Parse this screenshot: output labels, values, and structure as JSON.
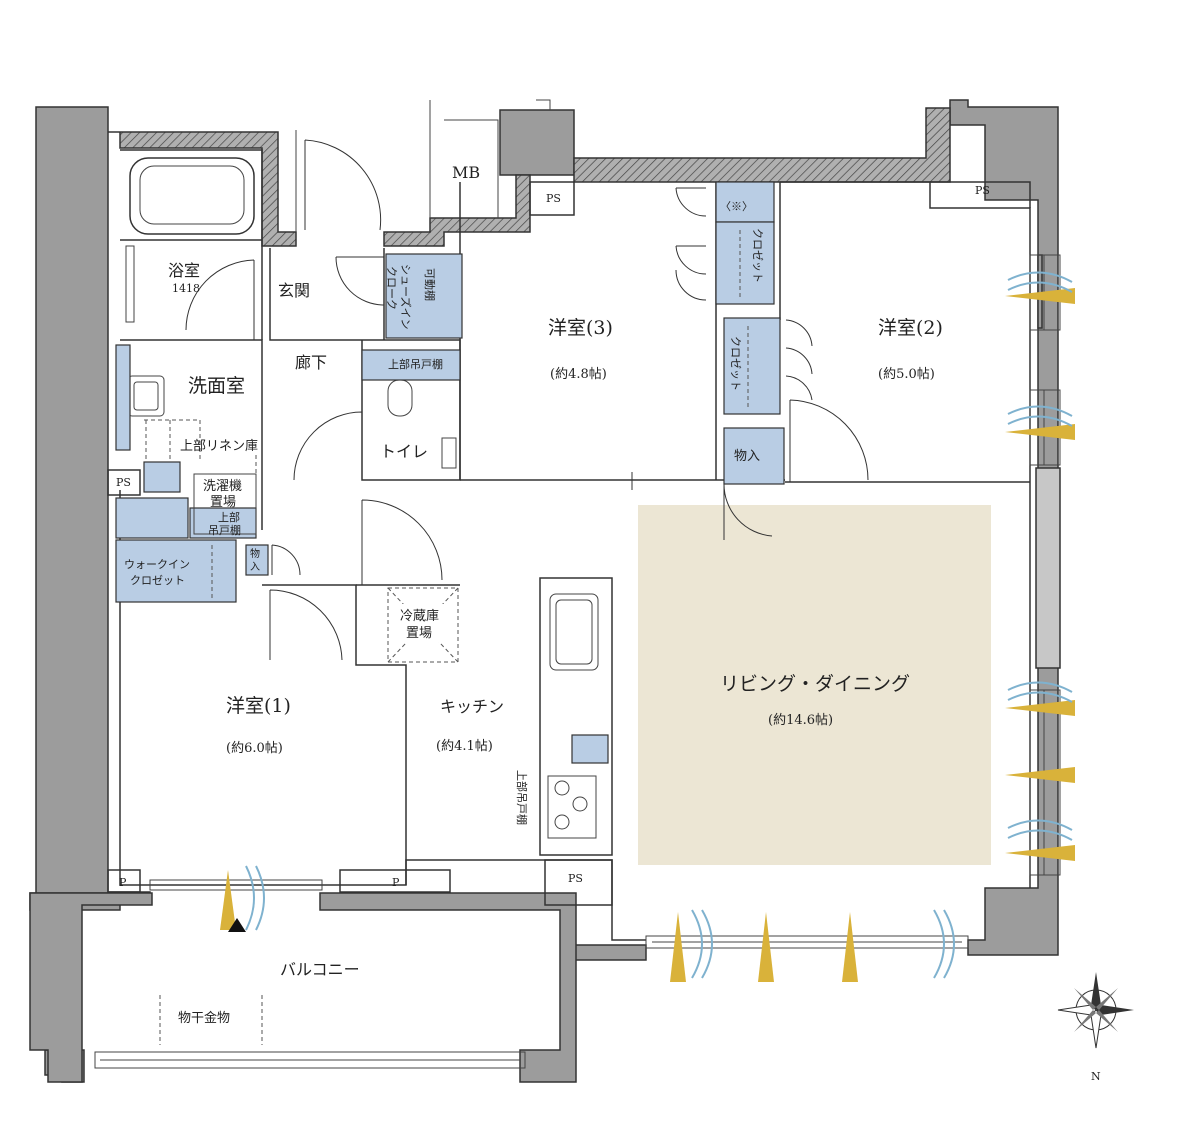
{
  "rooms": {
    "bathroom": {
      "name": "浴室",
      "size": "1418"
    },
    "entrance": "玄関",
    "shoe_closet": "シューズイン\nクローク",
    "movable_shelf": "可動棚",
    "hallway": "廊下",
    "upper_cabinet_toilet": "上部吊戸棚",
    "toilet": "トイレ",
    "washroom": "洗面室",
    "upper_linen": "上部リネン庫",
    "ps_left": "PS",
    "washer": "洗濯機\n置場",
    "upper_cabinet_washer": "上部\n吊戸棚",
    "walk_in_closet": "ウォークイン\nクロゼット",
    "storage_small": "物入",
    "western_room_1": {
      "name": "洋室(1)",
      "size": "(約6.0帖)"
    },
    "fridge": "冷蔵庫\n置場",
    "kitchen": {
      "name": "キッチン",
      "size": "(約4.1帖)"
    },
    "kitchen_upper_cabinet": "上部吊戸棚",
    "mb": "MB",
    "ps_top": "PS",
    "western_room_3": {
      "name": "洋室(3)",
      "size": "(約4.8帖)"
    },
    "closet_note": "〈※〉",
    "closet_a": "クロゼット",
    "closet_b": "クロゼット",
    "storage_mid": "物入",
    "western_room_2": {
      "name": "洋室(2)",
      "size": "(約5.0帖)"
    },
    "ps_right": "PS",
    "living_dining": {
      "name": "リビング・ダイニング",
      "size": "(約14.6帖)"
    },
    "p_left": "P",
    "p_mid": "P",
    "ps_bottom": "PS",
    "balcony": "バルコニー",
    "drying_hardware": "物干金物"
  },
  "compass": {
    "north": "N"
  },
  "colors": {
    "storage": "#b9cde4",
    "living": "#ece6d4",
    "wall": "#9c9c9c",
    "sun": "#d9b23a",
    "wind": "#7fb2cf"
  }
}
